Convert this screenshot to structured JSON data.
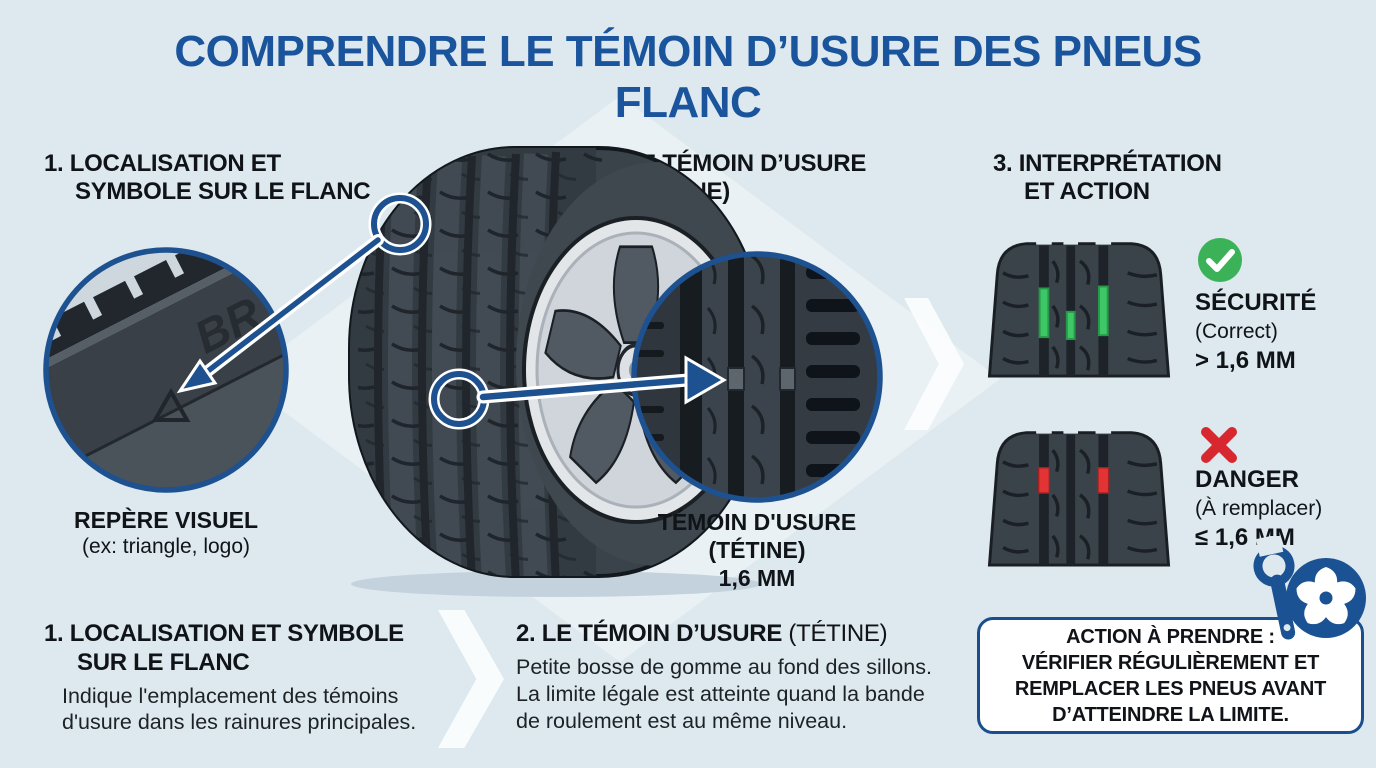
{
  "title": {
    "line1": "COMPRENDRE LE TÉMOIN D’USURE DES PNEUS",
    "line2": "FLANC"
  },
  "step1": {
    "heading1": "1. LOCALISATION ET",
    "heading2": "SYMBOLE SUR LE FLANC",
    "sidewall_brand": "BR",
    "caption": "REPÈRE VISUEL",
    "caption_sub": "(ex: triangle, logo)"
  },
  "step2": {
    "heading1": "2. LE TÉMOIN D’USURE",
    "heading2": "(TÉTINE)",
    "caption1": "TÉMOIN D'USURE",
    "caption2": "(TÉTINE)",
    "caption3": "1,6 MM"
  },
  "step3": {
    "heading1": "3. INTERPRÉTATION",
    "heading2": "ET ACTION",
    "safe": {
      "title": "SÉCURITÉ",
      "sub": "(Correct)",
      "value": "> 1,6 MM"
    },
    "danger": {
      "title": "DANGER",
      "sub": "(À remplacer)",
      "value": "≤ 1,6 MM"
    }
  },
  "footer1": {
    "heading1": "1. LOCALISATION ET SYMBOLE",
    "heading2": "SUR LE FLANC",
    "body1": "Indique l'emplacement des témoins",
    "body2": "d'usure dans les rainures principales."
  },
  "footer2": {
    "heading_bold": "2. LE TÉMOIN D’USURE",
    "heading_normal": " (TÉTINE)",
    "body1": "Petite bosse de gomme au fond des sillons.",
    "body2": "La limite légale est atteinte quand la bande",
    "body3": "de roulement est au même niveau."
  },
  "action_box": {
    "line1": "ACTION À PRENDRE :",
    "line2": "VÉRIFIER RÉGULIÈREMENT ET",
    "line3": "REMPLACER LES PNEUS AVANT",
    "line4": "D’ATTEINDRE LA LIMITE."
  },
  "icons": {
    "check-icon": "✓ in green circle",
    "cross-icon": "✕ red cross",
    "wrench-wheel-icon": "wrench and wheel",
    "callout-arrow-icon": "blue arrow",
    "chevron-icon": "white right chevron",
    "triangle-mark-icon": "sidewall triangle marker"
  },
  "colors": {
    "background": "#dde9ee",
    "title_blue": "#1a549c",
    "accent_blue": "#1d518f",
    "tire_dark": "#3a424a",
    "groove_dark": "#1d2328",
    "safe_green": "#3ec766",
    "danger_red": "#e23434",
    "text_black": "#101418",
    "box_border_blue": "#1a4e8e"
  }
}
